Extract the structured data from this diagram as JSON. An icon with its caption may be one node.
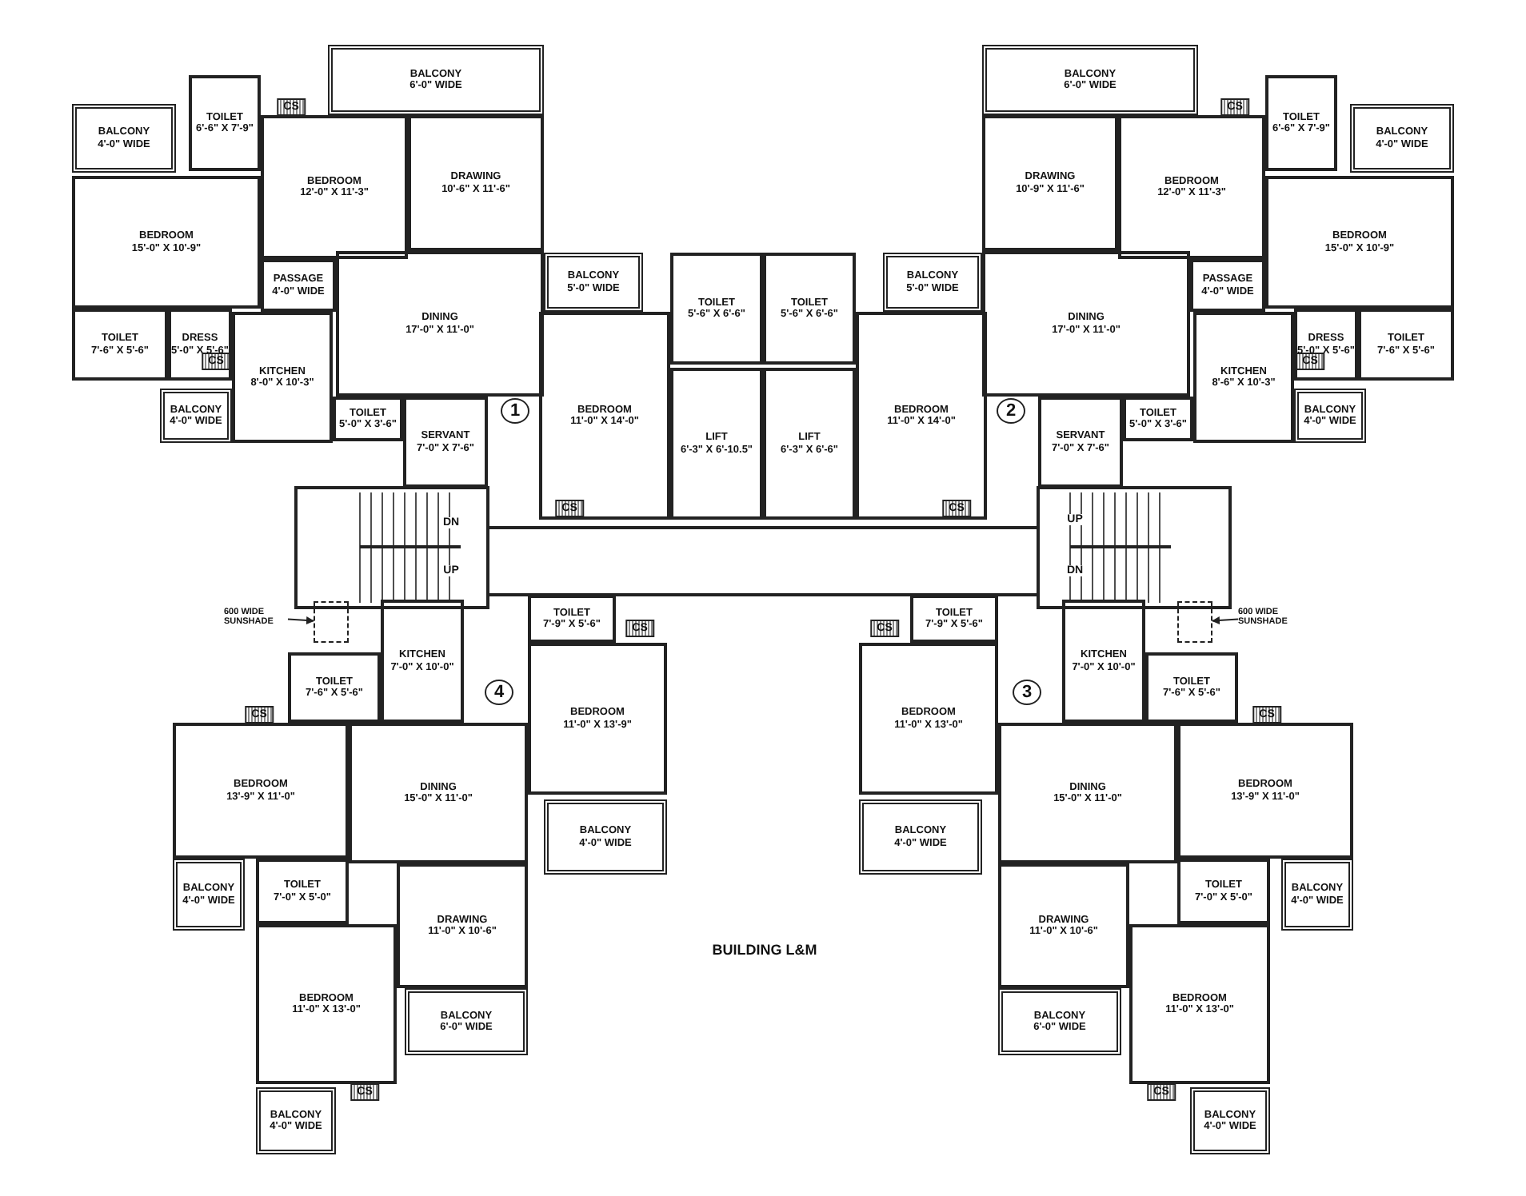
{
  "diagram": {
    "title": "BUILDING L&M",
    "nodes": [
      {
        "text": [
          "TOILET",
          "6'-6\" X 7'-9\""
        ]
      },
      {
        "text": [
          "BALCONY",
          "6'-0\" WIDE"
        ]
      },
      {
        "text": [
          "BALCONY",
          "4'-0\" WIDE"
        ]
      },
      {
        "text": [
          "BEDROOM",
          "12'-0\" X 11'-3\""
        ]
      },
      {
        "text": [
          "DRAWING",
          "10'-6\" X 11'-6\""
        ]
      },
      {
        "text": [
          "BEDROOM",
          "15'-0\" X 10'-9\""
        ]
      },
      {
        "text": [
          "PASSAGE",
          "4'-0\" WIDE"
        ]
      },
      {
        "text": [
          "DINING",
          "17'-0\" X 11'-0\""
        ]
      },
      {
        "text": [
          "TOILET",
          "7'-6\" X 5'-6\""
        ]
      },
      {
        "text": [
          "DRESS",
          "5'-0\" X 5'-6\""
        ]
      },
      {
        "text": [
          "KITCHEN",
          "8'-0\" X 10'-3\""
        ]
      },
      {
        "text": [
          "BALCONY",
          "4'-0\" WIDE"
        ]
      },
      {
        "text": [
          "TOILET",
          "5'-0\" X 3'-6\""
        ]
      },
      {
        "text": [
          "SERVANT",
          "7'-0\" X 7'-6\""
        ]
      },
      {
        "text": [
          "BALCONY",
          "5'-0\" WIDE"
        ]
      },
      {
        "text": [
          "TOILET",
          "5'-6\" X 6'-6\""
        ]
      },
      {
        "text": [
          "TOILET",
          "5'-6\" X 6'-6\""
        ]
      },
      {
        "text": [
          "BALCONY",
          "5'-0\" WIDE"
        ]
      },
      {
        "text": [
          "BEDROOM",
          "11'-0\" X 14'-0\""
        ]
      },
      {
        "text": [
          "LIFT",
          "6'-3\" X 6'-10.5\""
        ]
      },
      {
        "text": [
          "LIFT",
          "6'-3\" X 6'-6\""
        ]
      },
      {
        "text": [
          "BEDROOM",
          "11'-0\" X 14'-0\""
        ]
      },
      {
        "text": [
          "TOILET",
          "6'-6\" X 7'-9\""
        ]
      },
      {
        "text": [
          "BALCONY",
          "6'-0\" WIDE"
        ]
      },
      {
        "text": [
          "BALCONY",
          "4'-0\" WIDE"
        ]
      },
      {
        "text": [
          "BEDROOM",
          "12'-0\" X 11'-3\""
        ]
      },
      {
        "text": [
          "DRAWING",
          "10'-9\" X 11'-6\""
        ]
      },
      {
        "text": [
          "BEDROOM",
          "15'-0\" X 10'-9\""
        ]
      },
      {
        "text": [
          "PASSAGE",
          "4'-0\" WIDE"
        ]
      },
      {
        "text": [
          "DINING",
          "17'-0\" X 11'-0\""
        ]
      },
      {
        "text": [
          "TOILET",
          "7'-6\" X 5'-6\""
        ]
      },
      {
        "text": [
          "DRESS",
          "5'-0\" X 5'-6\""
        ]
      },
      {
        "text": [
          "KITCHEN",
          "8'-6\" X 10'-3\""
        ]
      },
      {
        "text": [
          "BALCONY",
          "4'-0\" WIDE"
        ]
      },
      {
        "text": [
          "TOILET",
          "5'-0\" X 3'-6\""
        ]
      },
      {
        "text": [
          "SERVANT",
          "7'-0\" X 7'-6\""
        ]
      },
      {
        "text": [
          "KITCHEN",
          "7'-0\" X 10'-0\""
        ]
      },
      {
        "text": [
          "TOILET",
          "7'-6\" X 5'-6\""
        ]
      },
      {
        "text": [
          "BEDROOM",
          "13'-9\" X 11'-0\""
        ]
      },
      {
        "text": [
          "DINING",
          "15'-0\" X 11'-0\""
        ]
      },
      {
        "text": [
          "BALCONY",
          "4'-0\" WIDE"
        ]
      },
      {
        "text": [
          "TOILET",
          "7'-0\" X 5'-0\""
        ]
      },
      {
        "text": [
          "DRAWING",
          "11'-0\" X 10'-6\""
        ]
      },
      {
        "text": [
          "BEDROOM",
          "11'-0\" X 13'-0\""
        ]
      },
      {
        "text": [
          "BALCONY",
          "6'-0\" WIDE"
        ]
      },
      {
        "text": [
          "BALCONY",
          "4'-0\" WIDE"
        ]
      },
      {
        "text": [
          "TOILET",
          "7'-9\" X 5'-6\""
        ]
      },
      {
        "text": [
          "BEDROOM",
          "11'-0\" X 13'-9\""
        ]
      },
      {
        "text": [
          "BALCONY",
          "4'-0\" WIDE"
        ]
      },
      {
        "text": [
          "600 WIDE SUNSHADE"
        ]
      },
      {
        "text": [],
        "shape": "box"
      },
      {
        "text": [
          "KITCHEN",
          "7'-0\" X 10'-0\""
        ]
      },
      {
        "text": [
          "TOILET",
          "7'-6\" X 5'-6\""
        ]
      },
      {
        "text": [
          "BEDROOM",
          "13'-9\" X 11'-0\""
        ]
      },
      {
        "text": [
          "DINING",
          "15'-0\" X 11'-0\""
        ]
      },
      {
        "text": [
          "BALCONY",
          "4'-0\" WIDE"
        ]
      },
      {
        "text": [
          "TOILET",
          "7'-0\" X 5'-0\""
        ]
      },
      {
        "text": [
          "DRAWING",
          "11'-0\" X 10'-6\""
        ]
      },
      {
        "text": [
          "BEDROOM",
          "11'-0\" X 13'-0\""
        ]
      },
      {
        "text": [
          "BALCONY",
          "6'-0\" WIDE"
        ]
      },
      {
        "text": [
          "BALCONY",
          "4'-0\" WIDE"
        ]
      },
      {
        "text": [
          "TOILET",
          "7'-9\" X 5'-6\""
        ]
      },
      {
        "text": [
          "BEDROOM",
          "11'-0\" X 13'-0\""
        ]
      },
      {
        "text": [
          "BALCONY",
          "4'-0\" WIDE"
        ]
      },
      {
        "text": [
          "600 WIDE SUNSHADE"
        ]
      },
      {
        "text": [],
        "shape": "box"
      }
    ],
    "edges": [
      {
        "from": 49,
        "to": 50,
        "arrow": "to"
      },
      {
        "from": 64,
        "to": 65,
        "arrow": "to"
      }
    ],
    "labels": [
      "CS",
      "CS",
      "CS",
      "CS",
      "1",
      "2",
      "CS",
      "CS",
      "DN",
      "UP",
      "UP",
      "DN",
      "CS",
      "CS",
      "4",
      "3",
      "CS",
      "CS",
      "CS",
      "CS"
    ]
  }
}
